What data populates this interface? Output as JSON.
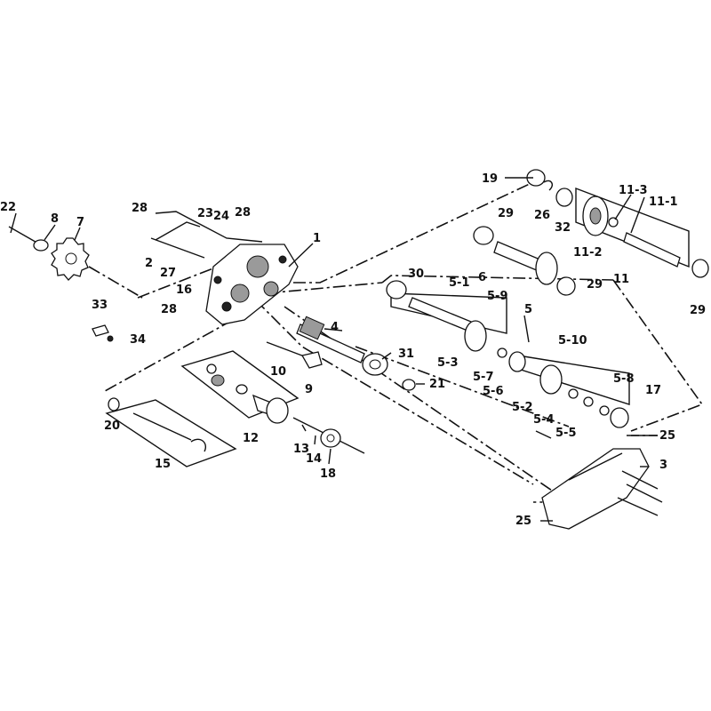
{
  "labels": {
    "p1": "1",
    "p2": "2",
    "p3": "3",
    "p4": "4",
    "p5": "5",
    "p5_1": "5-1",
    "p5_2": "5-2",
    "p5_3": "5-3",
    "p5_4": "5-4",
    "p5_5": "5-5",
    "p5_6": "5-6",
    "p5_7": "5-7",
    "p5_8": "5-8",
    "p5_9": "5-9",
    "p5_10": "5-10",
    "p6": "6",
    "p7": "7",
    "p8": "8",
    "p9": "9",
    "p10": "10",
    "p11": "11",
    "p11_1": "11-1",
    "p11_2": "11-2",
    "p11_3": "11-3",
    "p12": "12",
    "p13": "13",
    "p14": "14",
    "p15": "15",
    "p16": "16",
    "p17": "17",
    "p18": "18",
    "p19": "19",
    "p20": "20",
    "p21": "21",
    "p22": "22",
    "p23": "23",
    "p24": "24",
    "p25a": "25",
    "p25b": "25",
    "p26": "26",
    "p27": "27",
    "p28a": "28",
    "p28b": "28",
    "p28c": "28",
    "p29a": "29",
    "p29b": "29",
    "p29c": "29",
    "p30": "30",
    "p31": "31",
    "p32": "32",
    "p33": "33",
    "p34": "34"
  }
}
